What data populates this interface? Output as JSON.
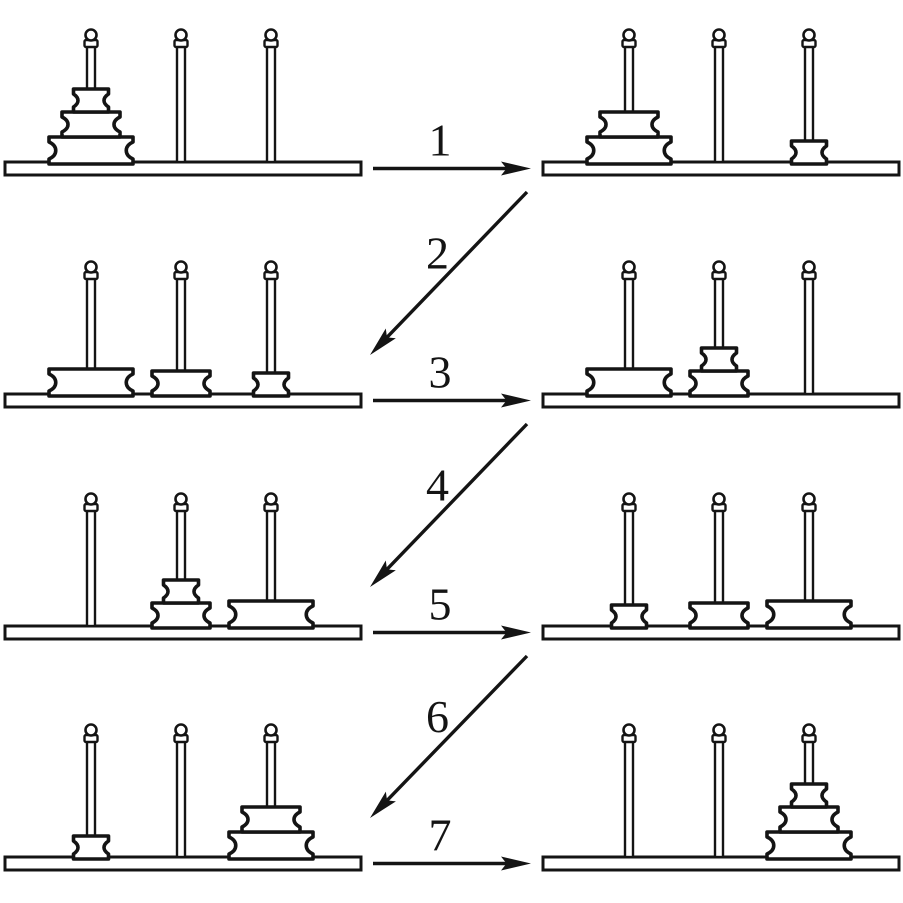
{
  "diagram": {
    "name": "tower-of-hanoi-seven-move-solution",
    "type": "state-transition-diagram",
    "colors": {
      "stroke": "#141414",
      "fill": "#ffffff",
      "background": "#ffffff"
    },
    "peg_names": [
      "left",
      "middle",
      "right"
    ],
    "disk_names": [
      "large",
      "medium",
      "small"
    ],
    "states": [
      {
        "name": "state-0",
        "row": 0,
        "col": 0,
        "pegs": [
          [
            "large",
            "medium",
            "small"
          ],
          [],
          []
        ]
      },
      {
        "name": "state-1",
        "row": 0,
        "col": 1,
        "pegs": [
          [
            "large",
            "medium"
          ],
          [],
          [
            "small"
          ]
        ]
      },
      {
        "name": "state-2",
        "row": 1,
        "col": 0,
        "pegs": [
          [
            "large"
          ],
          [
            "medium"
          ],
          [
            "small"
          ]
        ]
      },
      {
        "name": "state-3",
        "row": 1,
        "col": 1,
        "pegs": [
          [
            "large"
          ],
          [
            "medium",
            "small"
          ],
          []
        ]
      },
      {
        "name": "state-4",
        "row": 2,
        "col": 0,
        "pegs": [
          [],
          [
            "medium",
            "small"
          ],
          [
            "large"
          ]
        ]
      },
      {
        "name": "state-5",
        "row": 2,
        "col": 1,
        "pegs": [
          [
            "small"
          ],
          [
            "medium"
          ],
          [
            "large"
          ]
        ]
      },
      {
        "name": "state-6",
        "row": 3,
        "col": 0,
        "pegs": [
          [
            "small"
          ],
          [],
          [
            "large",
            "medium"
          ]
        ]
      },
      {
        "name": "state-7",
        "row": 3,
        "col": 1,
        "pegs": [
          [],
          [],
          [
            "large",
            "medium",
            "small"
          ]
        ]
      }
    ],
    "moves": [
      {
        "label": "1",
        "kind": "horizontal",
        "row": 0
      },
      {
        "label": "2",
        "kind": "diagonal",
        "from_row": 0,
        "to_row": 1
      },
      {
        "label": "3",
        "kind": "horizontal",
        "row": 1
      },
      {
        "label": "4",
        "kind": "diagonal",
        "from_row": 1,
        "to_row": 2
      },
      {
        "label": "5",
        "kind": "horizontal",
        "row": 2
      },
      {
        "label": "6",
        "kind": "diagonal",
        "from_row": 2,
        "to_row": 3
      },
      {
        "label": "7",
        "kind": "horizontal",
        "row": 3
      }
    ]
  }
}
